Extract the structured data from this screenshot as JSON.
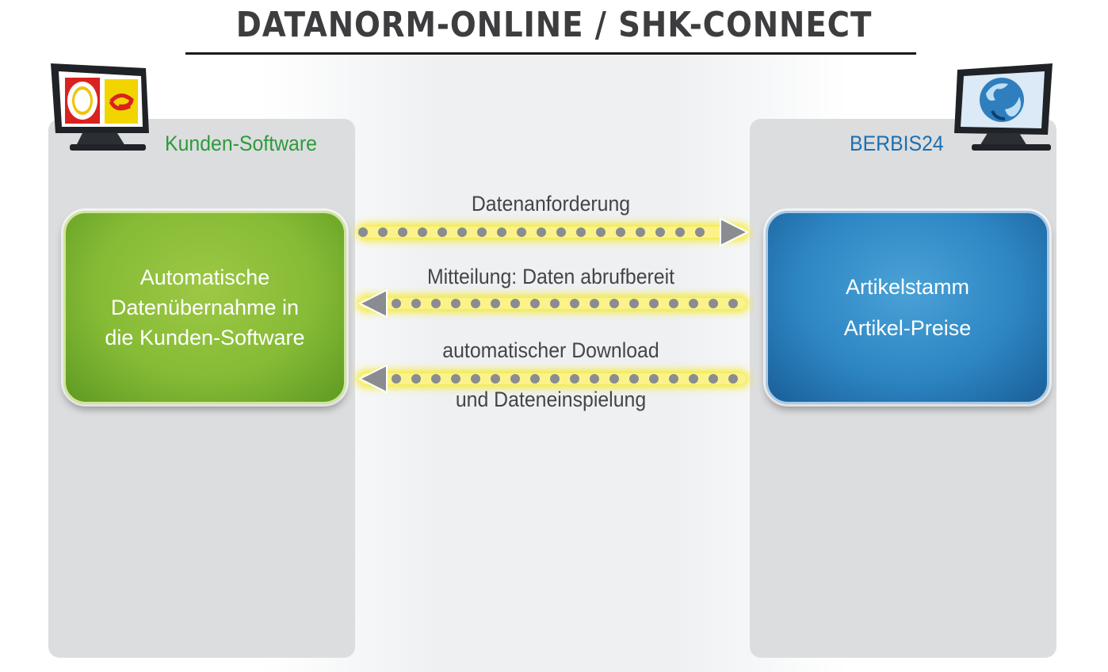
{
  "title": "DATANORM-ONLINE / SHK-CONNECT",
  "left_panel": {
    "label": "Kunden-Software",
    "box_lines": [
      "Automatische",
      "Datenübernahme in",
      "die Kunden-Software"
    ]
  },
  "right_panel": {
    "label": "BERBIS24",
    "box_lines": [
      "Artikelstamm",
      "Artikel-Preise"
    ]
  },
  "flows": [
    {
      "label": "Datenanforderung",
      "direction": "right"
    },
    {
      "label": "Mitteilung: Daten abrufbereit",
      "direction": "left"
    },
    {
      "label": "automatischer Download",
      "direction": "left",
      "sublabel": "und Dateneinspielung"
    }
  ],
  "colors": {
    "green": "#86bb35",
    "blue": "#2d86c3",
    "glow": "#f5ea2a",
    "dot": "#8a8c90"
  }
}
